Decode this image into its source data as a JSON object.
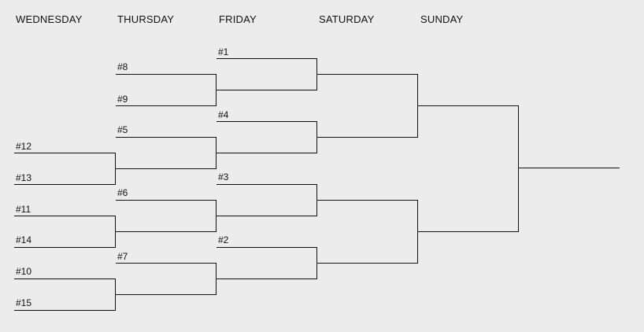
{
  "days": {
    "wednesday": "WEDNESDAY",
    "thursday": "THURSDAY",
    "friday": "FRIDAY",
    "saturday": "SATURDAY",
    "sunday": "SUNDAY"
  },
  "seeds": {
    "wednesday": [
      "#12",
      "#13",
      "#11",
      "#14",
      "#10",
      "#15"
    ],
    "thursday": [
      "#8",
      "#9",
      "#5",
      "#6",
      "#7"
    ],
    "friday": [
      "#1",
      "#4",
      "#3",
      "#2"
    ]
  },
  "colors": {
    "background": "#ececec",
    "lines": "#111111"
  }
}
